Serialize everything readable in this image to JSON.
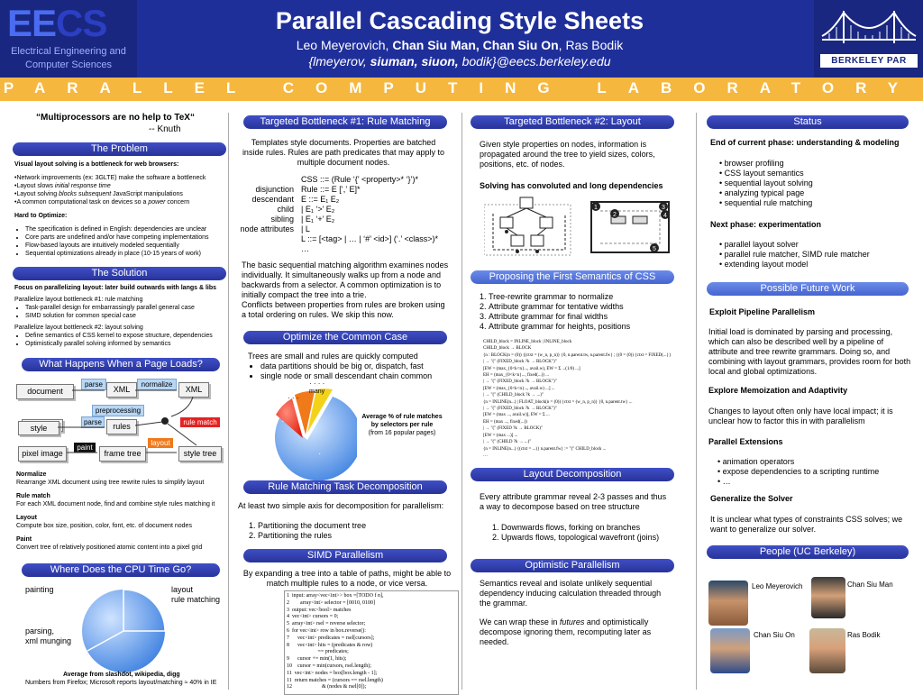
{
  "header": {
    "logo_ee": "EE",
    "logo_cs": "CS",
    "dept": "Electrical Engineering and Computer Sciences",
    "title": "Parallel Cascading Style Sheets",
    "authors_plain1": "Leo Meyerovich, ",
    "authors_bold": "Chan Siu Man, Chan Siu On",
    "authors_plain2": ", Ras Bodik",
    "emails_a": "{lmeyerov, ",
    "emails_b": "siuman, siuon,",
    "emails_c": " bodik}@eecs.berkeley.edu",
    "badge": "BERKELEY PAR LAB",
    "lab": "PARALLEL COMPUTING LABORATORY"
  },
  "col1": {
    "quote": "“Multiprocessors are no help to TeX“",
    "quote_author": "-- Knuth",
    "problem": {
      "header": "The Problem",
      "lead": "Visual layout solving is a bottleneck for web browsers:",
      "bullets": [
        "Network improvements (ex: 3GLTE) make the software a bottleneck",
        "Layout slows initial response time",
        "Layout solving blocks subsequent JavaScript manipulations",
        "A common computational task on devices so a power concern"
      ],
      "hard": "Hard to Optimize:",
      "hard_bullets": [
        "The specification is defined in English: dependencies are unclear",
        "Core parts are undefined and/or have competing implementations",
        "Flow-based layouts are intuitively modeled sequentially",
        "Sequential optimizations already in place (10-15 years of work)"
      ]
    },
    "solution": {
      "header": "The Solution",
      "lead": "Focus on parallelizing layout: later build outwards with langs & libs",
      "p1": "Parallelize layout bottleneck #1: rule matching",
      "p1_bullets": [
        "Task-parallel design for embarrassingly parallel general case",
        "SIMD solution for common special case"
      ],
      "p2": "Parallelize layout bottleneck #2: layout solving",
      "p2_bullets": [
        "Define semantics of CSS kernel to expose structure, dependencies",
        "Optimistically parallel solving informed by semantics"
      ]
    },
    "pageload": {
      "header": "What Happens When a Page Loads?",
      "document": "document",
      "parse1": "parse",
      "xml1": "XML",
      "normalize": "normalize",
      "xml2": "XML",
      "preprocessing": "preprocessing",
      "style": "style",
      "parse2": "parse",
      "rules": "rules",
      "rule_match": "rule match",
      "layout": "layout",
      "pixel_image": "pixel image",
      "paint": "paint",
      "frame_tree": "frame tree",
      "style_tree": "style tree",
      "defs": [
        {
          "term": "Normalize",
          "desc": "Rearrange XML document using tree rewrite rules to simplify layout"
        },
        {
          "term": "Rule match",
          "desc": "For each XML document node, find and combine style rules matching it"
        },
        {
          "term": "Layout",
          "desc": "Compute box size, position, color, font, etc. of document nodes"
        },
        {
          "term": "Paint",
          "desc": "Convert tree of relatively positioned atomic content into a pixel grid"
        }
      ]
    },
    "cpu": {
      "header": "Where Does the CPU Time Go?",
      "painting": "painting",
      "layout": "layout",
      "rule_matching": "rule matching",
      "parsing": "parsing,",
      "xml_munging": "xml munging",
      "caption_bold": "Average from slashdot, wikipedia, digg",
      "caption": "Numbers from Firefox; Microsoft reports layout/matching ≈ 40% in IE"
    }
  },
  "col2": {
    "bottleneck1": {
      "header": "Targeted Bottleneck #1: Rule Matching",
      "intro": "Templates style documents. Properties are batched inside rules. Rules are path predicates that may apply to multiple document nodes.",
      "g_labels": [
        "disjunction",
        "descendant",
        "child",
        "sibling",
        "node attributes"
      ],
      "g_lines": [
        "CSS ::= (Rule ‘{’ <property>* ‘}’)*",
        "Rule ::= E [‘,’ E]*",
        "E ::= E₁ E₂",
        "| E₁ ‘>’ E₂",
        "| E₁ ‘+’ E₂",
        "| L",
        "L ::= [<tag> | … | ‘#’ <id>]  (‘.’ <class>)*",
        "…"
      ],
      "body1": "The basic sequential matching algorithm examines nodes individually. It simultaneously walks up from a node and backwards from a selector. A common optimization is to initially compact the tree into a trie.",
      "body2": "Conflicts between properties from rules are broken using a total ordering on rules. We skip this now."
    },
    "optimize": {
      "header": "Optimize the Common Case",
      "intro": "Trees are small and rules are quickly computed",
      "bullets": [
        "data partitions should be big or, dispatch, fast",
        "single node or small descendant chain common"
      ],
      "many": "many",
      "caption_bold": "Average % of rule matches by selectors per rule",
      "caption": "(from 16 popular pages)"
    },
    "decomp": {
      "header": "Rule Matching Task Decomposition",
      "intro": "At least two simple axis for decomposition for parallelism:",
      "items": [
        "Partitioning the document tree",
        "Partitioning the rules"
      ]
    },
    "simd": {
      "header": "SIMD Parallelism",
      "intro": "By expanding a tree into a table of paths, might be able to match multiple rules to a node, or vice versa.",
      "code": [
        "1  input: array<vec<int>> box =[TODO f n],",
        "2        array<int> selector = [0010, 0100]",
        "3  output: vec<bool> matches",
        "4  vec<int> cursors = 0;",
        "5  array<int> rsel = reverse selector;",
        "6  for vec<int> row in box.reverse():",
        "7      vec<int> predicates = rsel[cursors];",
        "8      vec<int> hits = (predicates & row)",
        "                       == predicates;",
        "9      cursor += min(1, hits);",
        "10    cursor = min(cursors, rsel.length);",
        "11  vec<int> nodes = box[box.length - 1];",
        "11  return matches = (cursors == rsel.length)",
        "12                      & (nodes & rsel[0]);"
      ]
    }
  },
  "col3": {
    "bottleneck2": {
      "header": "Targeted Bottleneck #2: Layout",
      "intro": "Given style properties on nodes, information is propagated around the tree to yield sizes, colors, positions, etc. of nodes.",
      "solving": "Solving has convoluted and long dependencies"
    },
    "semantics": {
      "header": "Proposing the First Semantics of CSS",
      "items": [
        "Tree-rewrite grammar to normalize",
        "Attribute grammar for tentative widths",
        "Attribute grammar for final widths",
        "Attribute grammar for heights, positions"
      ],
      "formulas": [
        "CHILD_block = INLINE_block | INLINE_block",
        "CHILD_block → BLOCK",
        "{n : BLOCK(n = (0)) {(ctxt = (w_n, p_n)} {0, n.parent.tw, n.parent.fw} ; {(0 = (0)) {ctxt = FIXED(...}}",
        "| → \"(\" (FIXED_block ?k → BLOCK\")\"",
        "[EW = (max_{0<k<n}..., avail.w), EW = Σ ...(1/0) ...]",
        "EH = (max_{0<k<n}..., fixed(...)) ...",
        "| → \"(\" (FIXED_block ?k → BLOCK\")\"",
        "[EW = (max_{0<k<n}..., avail.w) ...] ...",
        "| → \"(\" (CHILD_block ?k → ...)\"",
        "{n = INLINE(n...) | FLOAT_block(n = (0)) {ctxt = (w_n, p_n)} {0, n.parent.tw} ...",
        "| → \"(\" (FIXED_block ?k → BLOCK\")\"",
        "[EW = (max ..., avail.w)], EW = Σ ...",
        "EH = (max ..., fixed(...))",
        "| → \"(\" (FIXED ?k → BLOCK)\"",
        "[EW = (max ...)] ...",
        "| → \"(\" (CHILD ?k → ...)\"",
        "{n = INLINE(n...) {(ctxt = ...)} n.parent.fw} := \"(\" CHILD_block ...",
        "…"
      ]
    },
    "layoutdecomp": {
      "header": "Layout Decomposition",
      "intro": "Every attribute grammar reveal 2-3 passes and thus a way to decompose based on tree structure",
      "items": [
        "Downwards flows, forking on branches",
        "Upwards flows, topological wavefront (joins)"
      ]
    },
    "optimistic": {
      "header": "Optimistic Parallelism",
      "p1": "Semantics reveal and isolate unlikely sequential dependency inducing calculation threaded through the grammar.",
      "p2a": "We can wrap these in ",
      "p2b": "futures",
      "p2c": " and optimistically decompose ignoring them, recomputing later as needed."
    }
  },
  "col4": {
    "status": {
      "header": "Status",
      "end": "End of current phase: understanding & modeling",
      "end_items": [
        "browser profiling",
        "CSS layout semantics",
        "sequential layout solving",
        "analyzing typical page",
        "sequential rule matching"
      ],
      "next": "Next phase: experimentation",
      "next_items": [
        "parallel layout solver",
        "parallel rule matcher, SIMD rule matcher",
        "extending layout model"
      ]
    },
    "future": {
      "header": "Possible Future Work",
      "exploit": "Exploit Pipeline Parallelism",
      "exploit_body": "Initial load is dominated by parsing and processing, which can also be described well by a pipeline of attribute and tree rewrite grammars. Doing so, and combining with layout grammars, provides room for both local and global optimizations.",
      "memo": "Explore Memoization and Adaptivity",
      "memo_body": "Changes to layout often only have local impact; it is unclear how to factor this in with parallelism",
      "ext": "Parallel Extensions",
      "ext_items": [
        "animation operators",
        "expose dependencies to a scripting runtime",
        "…"
      ],
      "gen": "Generalize the Solver",
      "gen_body": "It is unclear what types of constraints CSS solves; we want to generalize our solver."
    },
    "people": {
      "header": "People (UC Berkeley)",
      "names": [
        "Leo Meyerovich",
        "Chan Siu Man",
        "Chan Siu On",
        "Ras Bodik"
      ]
    }
  },
  "colors": {
    "header_blue": "#1f2f9a",
    "lab_bar": "#f5b73e",
    "section_header": "#28339a",
    "section_header_light": "#4565d0"
  }
}
